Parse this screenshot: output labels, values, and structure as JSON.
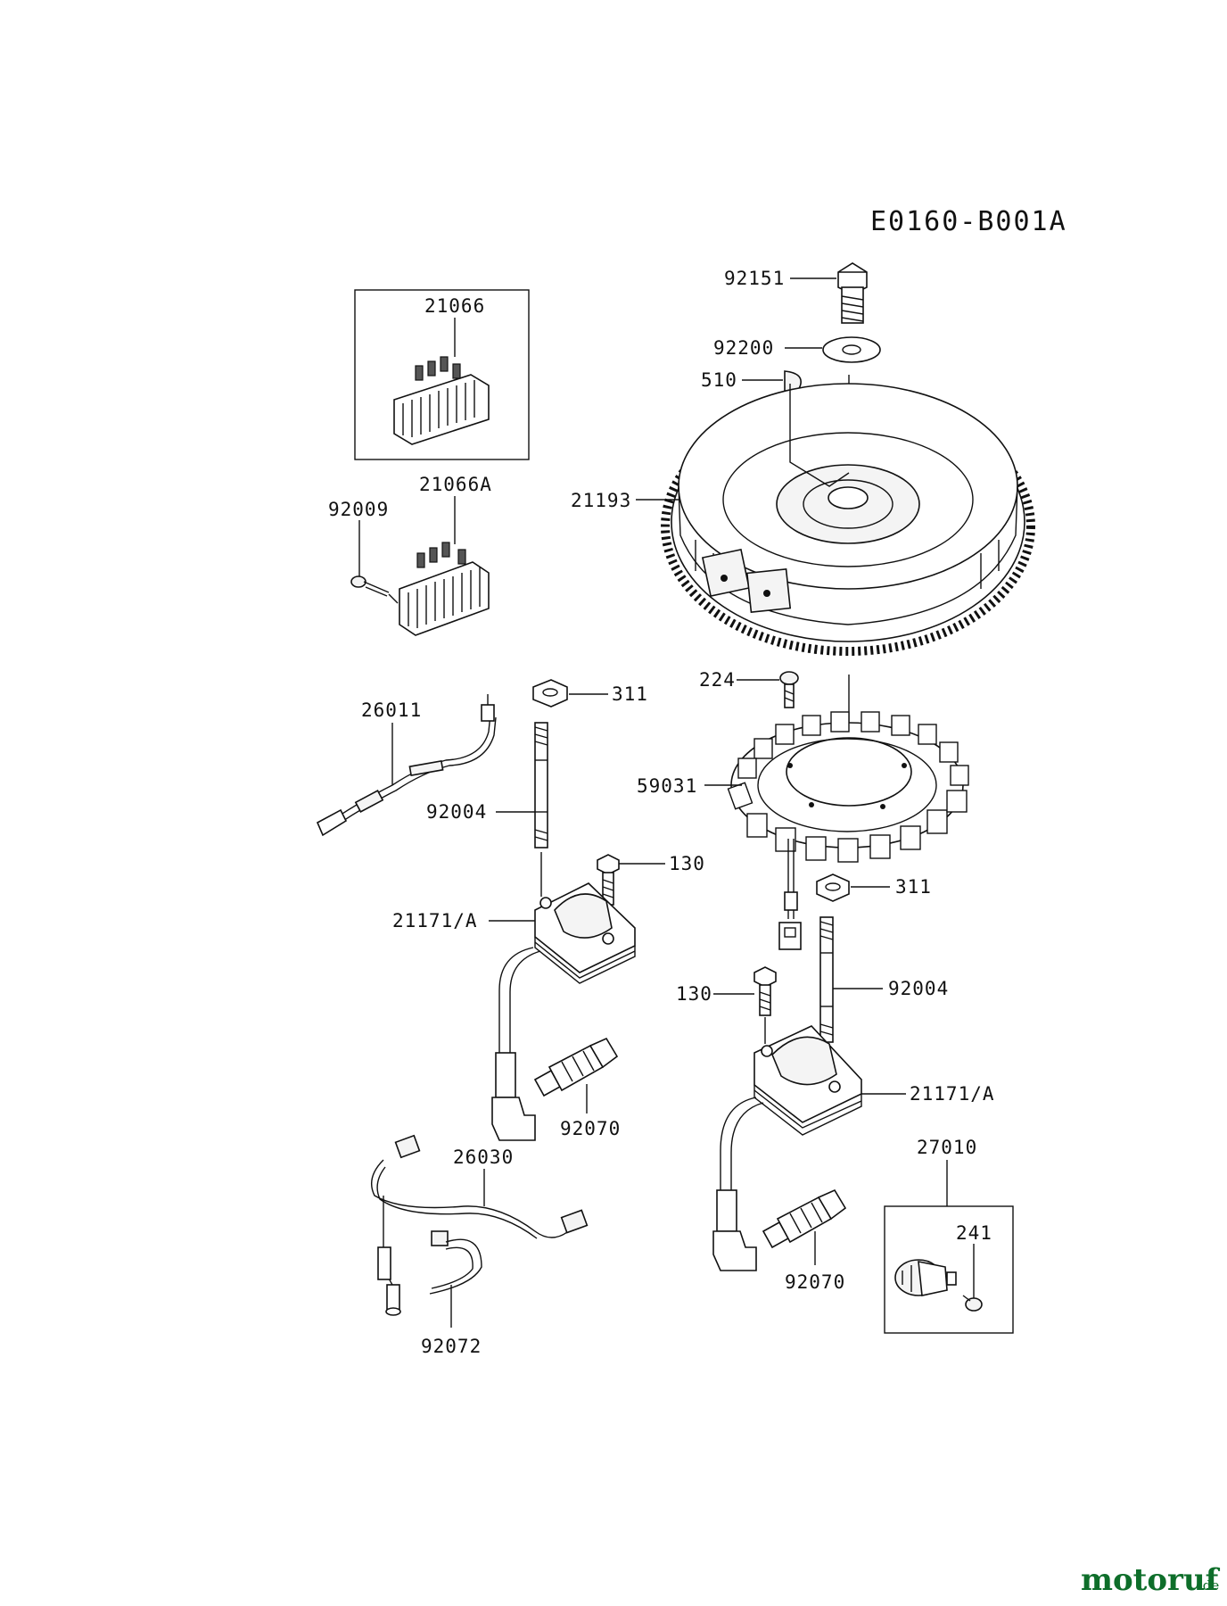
{
  "diagram_code": "E0160-B001A",
  "labels": {
    "p92151": "92151",
    "p92200": "92200",
    "p510": "510",
    "p21066": "21066",
    "p21066A": "21066A",
    "p92009": "92009",
    "p21193": "21193",
    "p224": "224",
    "p311a": "311",
    "p26011": "26011",
    "p92004a": "92004",
    "p59031": "59031",
    "p130a": "130",
    "p21171a": "21171/A",
    "p311b": "311",
    "p130b": "130",
    "p92004b": "92004",
    "p21171b": "21171/A",
    "p92070a": "92070",
    "p26030": "26030",
    "p27010": "27010",
    "p241": "241",
    "p92070b": "92070",
    "p92072": "92072"
  },
  "watermark": {
    "name": "motoruf",
    "tld": ".de",
    "color": "#0e6e2a"
  }
}
